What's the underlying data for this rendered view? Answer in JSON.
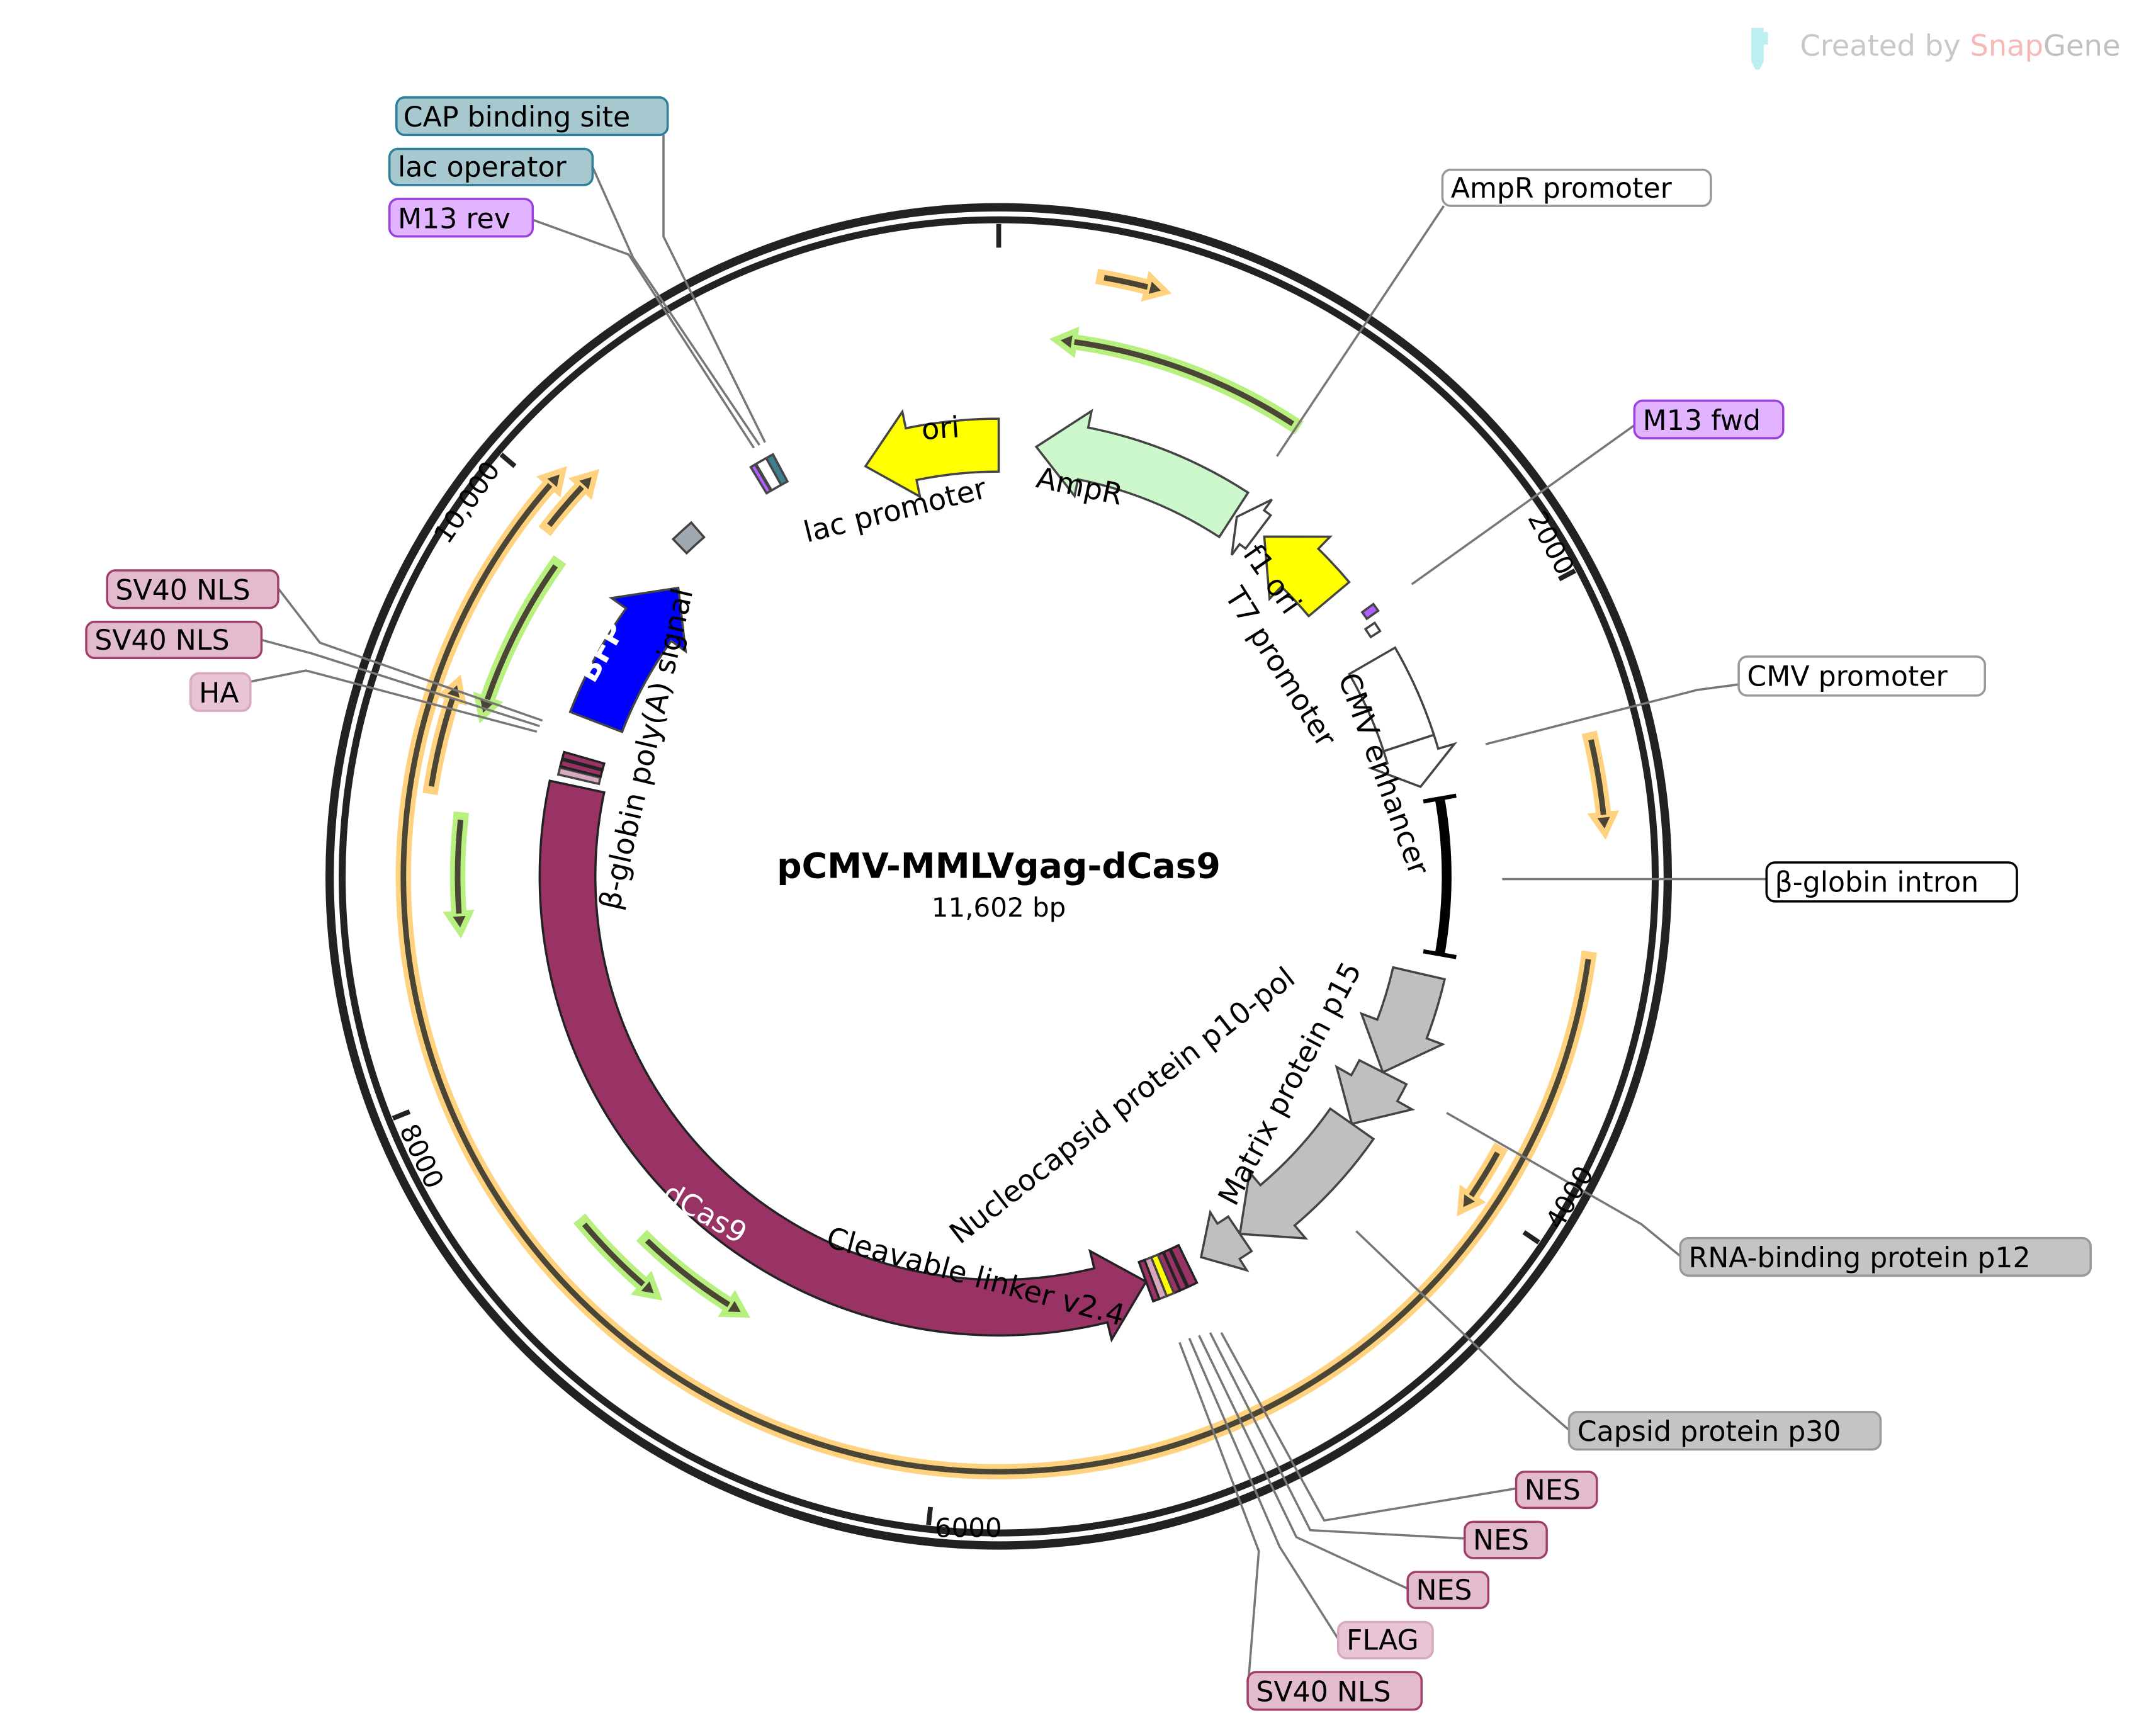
{
  "watermark": {
    "created_by": "Created by ",
    "brand1": "Snap",
    "brand2": "Gene"
  },
  "plasmid": {
    "name": "pCMV-MMLVgag-dCas9",
    "size_label": "11,602 bp",
    "total_bp": 11602
  },
  "ticks": [
    {
      "bp": 0,
      "label": ""
    },
    {
      "bp": 2000,
      "label": "2000"
    },
    {
      "bp": 4000,
      "label": "4000"
    },
    {
      "bp": 6000,
      "label": "6000"
    },
    {
      "bp": 8000,
      "label": "8000"
    },
    {
      "bp": 10000,
      "label": "10,000"
    }
  ],
  "colors": {
    "yellow": "#ffff00",
    "ampr": "#ccf8cc",
    "white": "#ffffff",
    "gray": "#bfbfbf",
    "maroon": "#993366",
    "blue": "#0000ff",
    "purple": "#b060ff",
    "teal": "#3d7f8a",
    "pink": "#d89ab8",
    "orf_orange": "#ffd27f",
    "orf_green": "#b7f07f",
    "orf_line": "#4a4535"
  },
  "features": [
    {
      "name": "ori",
      "start": 11022,
      "end": 11602,
      "strand": "-",
      "fill": "#ffff00"
    },
    {
      "name": "AmpR",
      "start": 161,
      "end": 1064,
      "strand": "-",
      "fill": "#ccf8cc"
    },
    {
      "name": "AmpR promoter",
      "start": 1080,
      "end": 1192,
      "strand": "-",
      "fill": "#ffffff"
    },
    {
      "name": "f1 ori",
      "start": 1225,
      "end": 1611,
      "strand": "-",
      "fill": "#ffff00"
    },
    {
      "name": "M13 fwd",
      "start": 1740,
      "end": 1773,
      "strand": "0",
      "fill": "#b060ff"
    },
    {
      "name": "T7 promoter",
      "start": 1805,
      "end": 1845,
      "strand": "0",
      "fill": "#ffffff"
    },
    {
      "name": "CMV enhancer",
      "start": 1934,
      "end": 2320,
      "strand": "0",
      "fill": "#ffffff"
    },
    {
      "name": "CMV promoter",
      "start": 2320,
      "end": 2514,
      "strand": "+",
      "fill": "#ffffff"
    },
    {
      "name": "β-globin intron",
      "start": 2578,
      "end": 3223,
      "strand": "0",
      "fill": "#000000"
    },
    {
      "name": "Matrix protein p15",
      "start": 3319,
      "end": 3771,
      "strand": "+",
      "fill": "#bfbfbf"
    },
    {
      "name": "RNA-binding protein p12",
      "start": 3771,
      "end": 4029,
      "strand": "+",
      "fill": "#bfbfbf"
    },
    {
      "name": "Capsid protein p30",
      "start": 4029,
      "end": 4705,
      "strand": "+",
      "fill": "#bfbfbf"
    },
    {
      "name": "Nucleocapsid protein p10-pol",
      "start": 4705,
      "end": 4899,
      "strand": "+",
      "fill": "#bfbfbf"
    },
    {
      "name": "NES",
      "start": 4963,
      "end": 5002,
      "strand": "0",
      "fill": "#993366"
    },
    {
      "name": "NES",
      "start": 5008,
      "end": 5037,
      "strand": "0",
      "fill": "#993366"
    },
    {
      "name": "NES",
      "start": 5040,
      "end": 5066,
      "strand": "0",
      "fill": "#993366"
    },
    {
      "name": "Cleavable linker v2.4",
      "start": 5066,
      "end": 5098,
      "strand": "0",
      "fill": "#ffff00"
    },
    {
      "name": "FLAG",
      "start": 5098,
      "end": 5130,
      "strand": "0",
      "fill": "#d8a8c0"
    },
    {
      "name": "SV40 NLS",
      "start": 5130,
      "end": 5157,
      "strand": "0",
      "fill": "#993366"
    },
    {
      "name": "dCas9",
      "start": 5157,
      "end": 9089,
      "strand": "-",
      "fill": "#993366"
    },
    {
      "name": "HA",
      "start": 9121,
      "end": 9150,
      "strand": "0",
      "fill": "#d8a8c0"
    },
    {
      "name": "SV40 NLS",
      "start": 9156,
      "end": 9183,
      "strand": "0",
      "fill": "#993366"
    },
    {
      "name": "SV40 NLS",
      "start": 9189,
      "end": 9216,
      "strand": "0",
      "fill": "#993366"
    },
    {
      "name": "BFP",
      "start": 9378,
      "end": 10055,
      "strand": "+",
      "fill": "#0000ff"
    },
    {
      "name": "β-globin poly(A) signal",
      "start": 10184,
      "end": 10281,
      "strand": "0",
      "fill": "#a0a8b0"
    },
    {
      "name": "M13 rev",
      "start": 10596,
      "end": 10616,
      "strand": "0",
      "fill": "#b060ff"
    },
    {
      "name": "lac operator",
      "start": 10620,
      "end": 10645,
      "strand": "0",
      "fill": "#3d7f8a"
    },
    {
      "name": "lac promoter",
      "start": 10620,
      "end": 10690,
      "strand": "0",
      "fill": "#ffffff"
    },
    {
      "name": "CAP binding site",
      "start": 10665,
      "end": 10695,
      "strand": "0",
      "fill": "#3d7f8a"
    }
  ],
  "orfs": [
    {
      "start": 322,
      "end": 516,
      "strand": "+",
      "color": "#ffd27f"
    },
    {
      "start": 2482,
      "end": 2772,
      "strand": "+",
      "color": "#ffd27f"
    },
    {
      "start": 3158,
      "end": 10087,
      "strand": "+",
      "color": "#ffd27f"
    },
    {
      "start": 3835,
      "end": 4061,
      "strand": "+",
      "color": "#ffd27f"
    },
    {
      "start": 9926,
      "end": 10152,
      "strand": "+",
      "color": "#ffd27f"
    },
    {
      "start": 8992,
      "end": 9346,
      "strand": "+",
      "color": "#ffd27f"
    },
    {
      "start": 193,
      "end": 1064,
      "strand": "-",
      "color": "#b7f07f"
    },
    {
      "start": 9250,
      "end": 9830,
      "strand": "-",
      "color": "#b7f07f"
    },
    {
      "start": 8508,
      "end": 8895,
      "strand": "-",
      "color": "#b7f07f"
    },
    {
      "start": 7058,
      "end": 7412,
      "strand": "-",
      "color": "#b7f07f"
    },
    {
      "start": 6768,
      "end": 7219,
      "strand": "-",
      "color": "#b7f07f"
    }
  ],
  "callouts": {
    "cap_binding_site": "CAP binding site",
    "lac_operator": "lac operator",
    "m13_rev": "M13 rev",
    "ampr_promoter": "AmpR promoter",
    "m13_fwd": "M13 fwd",
    "cmv_promoter": "CMV promoter",
    "beta_globin_intron": "β-globin intron",
    "rna_binding_p12": "RNA-binding protein p12",
    "capsid_p30": "Capsid protein p30",
    "nes1": "NES",
    "nes2": "NES",
    "nes3": "NES",
    "flag": "FLAG",
    "sv40_nls_bottom": "SV40 NLS",
    "sv40_nls_1": "SV40 NLS",
    "sv40_nls_2": "SV40 NLS",
    "ha": "HA"
  },
  "inner_labels": {
    "ori": "ori",
    "ampr": "AmpR",
    "lac_promoter": "lac promoter",
    "f1_ori": "f1 ori",
    "t7_promoter": "T7 promoter",
    "cmv_enhancer": "CMV enhancer",
    "polya": "β-globin poly(A) signal",
    "bfp": "BFP",
    "dcas9": "dCas9",
    "matrix_p15": "Matrix protein p15",
    "nucleocapsid": "Nucleocapsid protein p10-pol",
    "linker": "Cleavable linker v2.4"
  }
}
